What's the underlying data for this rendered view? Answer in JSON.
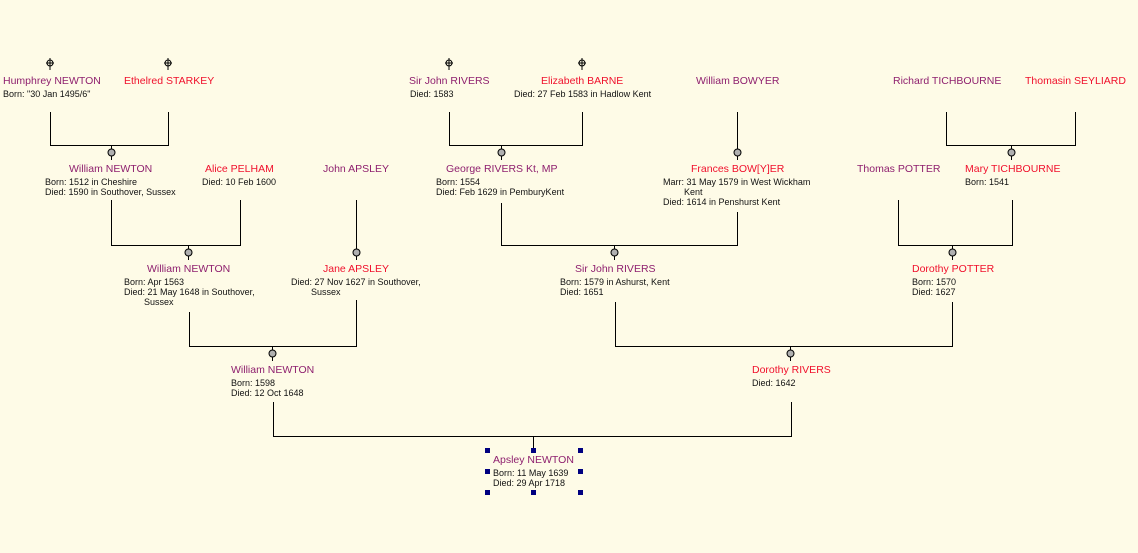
{
  "colors": {
    "background": "#fefbe7",
    "male": "#8e1f6e",
    "female": "#f0102c",
    "selection": "#000080",
    "line": "#000000"
  },
  "persons": [
    {
      "name": "Humphrey NEWTON",
      "sex": "m",
      "deceased_icon": "cross-icon",
      "lines": [
        "Born: \"30 Jan 1495/6\""
      ]
    },
    {
      "name": "Ethelred STARKEY",
      "sex": "f",
      "deceased_icon": "cross-icon",
      "lines": []
    },
    {
      "name": "Sir John RIVERS",
      "sex": "m",
      "deceased_icon": "cross-icon",
      "lines": [
        "Died: 1583"
      ]
    },
    {
      "name": "Elizabeth BARNE",
      "sex": "f",
      "deceased_icon": "cross-icon",
      "lines": [
        "Died: 27 Feb 1583 in Hadlow Kent"
      ]
    },
    {
      "name": "William BOWYER",
      "sex": "m",
      "lines": []
    },
    {
      "name": "Richard TICHBOURNE",
      "sex": "m",
      "lines": []
    },
    {
      "name": "Thomasin SEYLIARD",
      "sex": "f",
      "lines": []
    },
    {
      "name": "William NEWTON",
      "sex": "m",
      "lines": [
        "Born: 1512 in Cheshire",
        "Died: 1590 in Southover, Sussex"
      ]
    },
    {
      "name": "Alice PELHAM",
      "sex": "f",
      "lines": [
        "Died: 10 Feb 1600"
      ]
    },
    {
      "name": "John APSLEY",
      "sex": "m",
      "lines": []
    },
    {
      "name": "George RIVERS Kt, MP",
      "sex": "m",
      "lines": [
        "Born: 1554",
        "Died: Feb 1629 in PemburyKent"
      ]
    },
    {
      "name": "Frances BOW[Y]ER",
      "sex": "f",
      "lines": [
        "Marr: 31 May 1579 in West Wickham",
        "Kent",
        "Died: 1614 in Penshurst Kent"
      ]
    },
    {
      "name": "Thomas POTTER",
      "sex": "m",
      "lines": []
    },
    {
      "name": "Mary TICHBOURNE",
      "sex": "f",
      "lines": [
        "Born: 1541"
      ]
    },
    {
      "name": "William NEWTON",
      "sex": "m",
      "lines": [
        "Born: Apr 1563",
        "Died: 21 May 1648 in Southover,",
        "Sussex"
      ]
    },
    {
      "name": "Jane APSLEY",
      "sex": "f",
      "lines": [
        "Died: 27 Nov 1627 in Southover,",
        "Sussex"
      ]
    },
    {
      "name": "Sir John RIVERS",
      "sex": "m",
      "lines": [
        "Born: 1579 in Ashurst, Kent",
        "Died: 1651"
      ]
    },
    {
      "name": "Dorothy POTTER",
      "sex": "f",
      "lines": [
        "Born: 1570",
        "Died: 1627"
      ]
    },
    {
      "name": "William NEWTON",
      "sex": "m",
      "lines": [
        "Born: 1598",
        "Died: 12 Oct 1648"
      ]
    },
    {
      "name": "Dorothy RIVERS",
      "sex": "f",
      "lines": [
        "Died: 1642"
      ]
    },
    {
      "name": "Apsley NEWTON",
      "sex": "m",
      "selected": true,
      "lines": [
        "Born: 11 May 1639",
        "Died: 29 Apr 1718"
      ]
    }
  ]
}
